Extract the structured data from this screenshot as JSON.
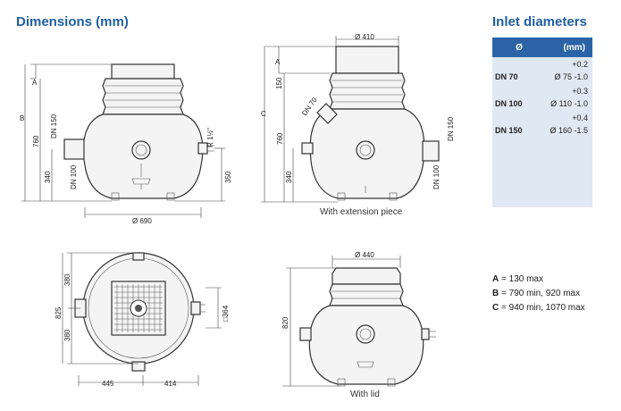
{
  "titles": {
    "main": "Dimensions (mm)",
    "inlet": "Inlet diameters"
  },
  "inlet_table": {
    "col_symbol": "Ø",
    "col_unit": "(mm)",
    "rows": [
      {
        "dn": "DN 70",
        "tol": "+0.2",
        "value": "Ø 75 -1.0"
      },
      {
        "dn": "DN 100",
        "tol": "+0.3",
        "value": "Ø 110 -1.0"
      },
      {
        "dn": "DN 150",
        "tol": "+0.4",
        "value": "Ø 160 -1.5"
      }
    ],
    "sketch_label": "Ø"
  },
  "limits": [
    {
      "key": "A",
      "text": "= 130 max"
    },
    {
      "key": "B",
      "text": "= 790 min, 920 max"
    },
    {
      "key": "C",
      "text": "= 940 min, 1070 max"
    }
  ],
  "view1": {
    "a": "A",
    "b": "B",
    "h760": "760",
    "dn150": "DN 150",
    "dn100": "DN 100",
    "h340": "340",
    "h350": "350",
    "r": "R 1½\"",
    "w690": "Ø 690"
  },
  "view2": {
    "d410": "Ø 410",
    "a": "A",
    "c": "C",
    "h150": "150",
    "dn70": "DN 70",
    "h760": "760",
    "h340": "340",
    "dn150": "DN 150",
    "dn100": "DN 100",
    "caption": "With extension piece"
  },
  "view3": {
    "h380a": "380",
    "h825": "825",
    "h380b": "380",
    "w445": "445",
    "w414": "414",
    "sq364": "□364"
  },
  "view4": {
    "d440": "Ø 440",
    "h820": "820",
    "caption": "With lid"
  }
}
